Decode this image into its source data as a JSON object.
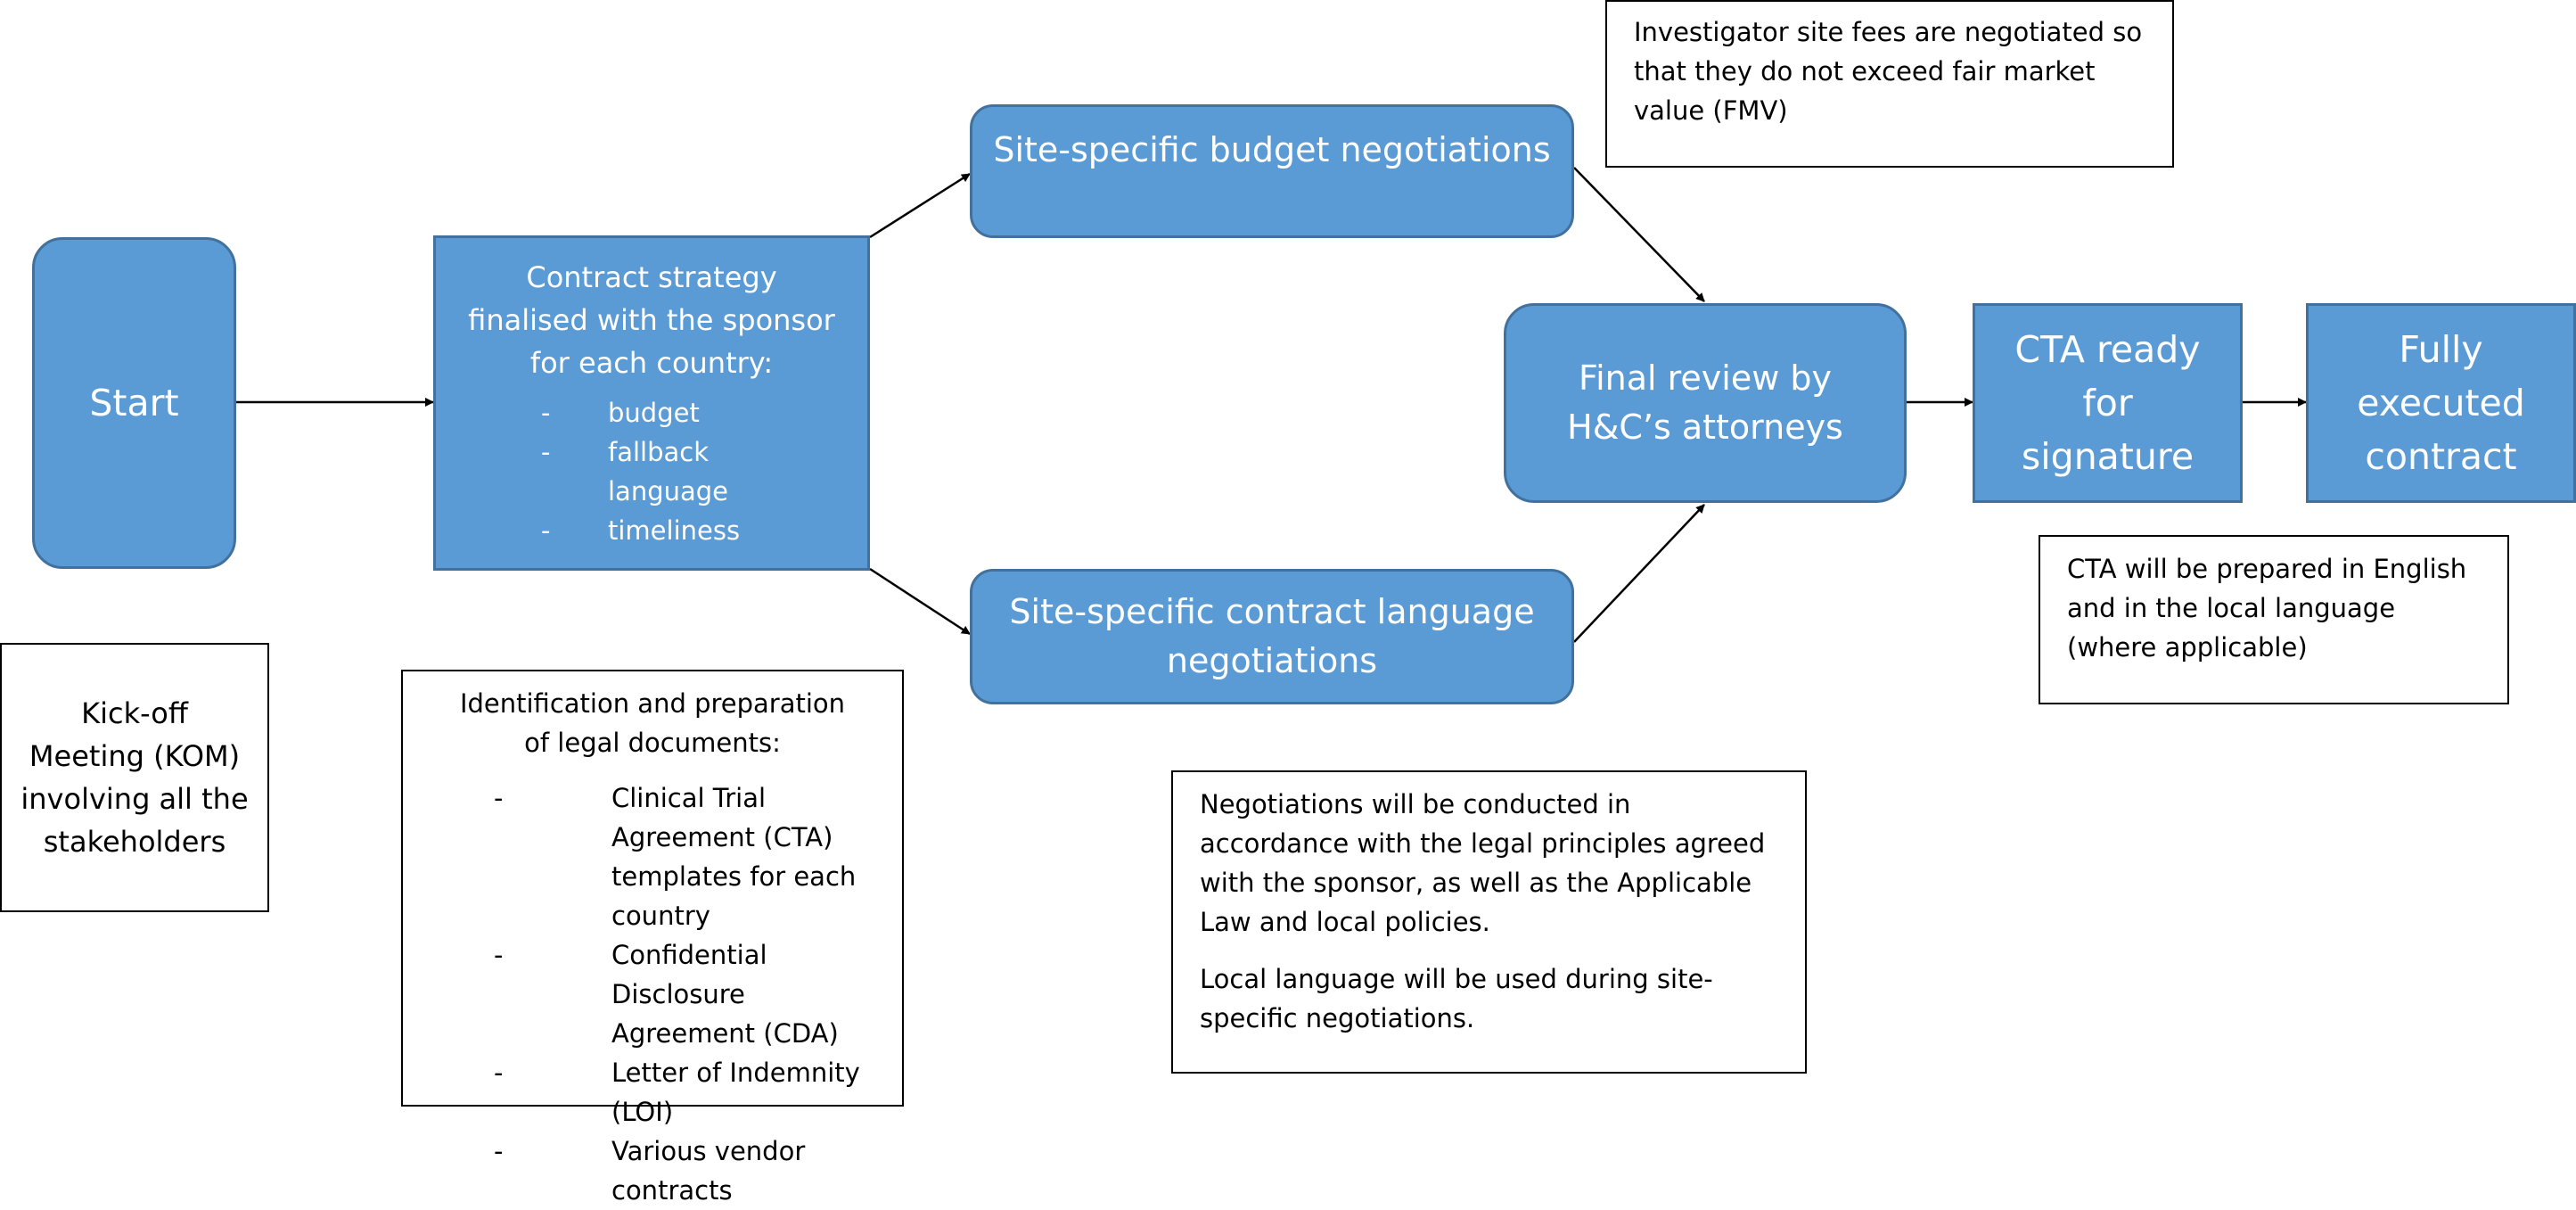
{
  "nodes": {
    "start": "Start",
    "strategy": {
      "text": "Contract strategy finalised with the sponsor for each country:",
      "items": [
        "budget",
        "fallback language",
        "timeliness"
      ]
    },
    "budget": "Site-specific budget negotiations",
    "language": "Site-specific contract language negotiations",
    "review": "Final review by H&C’s attorneys",
    "cta_ready": "CTA ready for signature",
    "executed": "Fully executed contract"
  },
  "notes": {
    "kom": "Kick-off Meeting (KOM) involving all the stakeholders",
    "legal_docs": {
      "heading": "Identification and preparation of legal documents:",
      "items": [
        "Clinical Trial Agreement (CTA) templates for each country",
        "Confidential Disclosure Agreement (CDA)",
        "Letter of Indemnity (LOI)",
        "Various vendor contracts"
      ]
    },
    "fmv": "Investigator site fees are negotiated so that they do not exceed fair market value (FMV)",
    "negotiations": {
      "p1": "Negotiations will be conducted in accordance with the legal principles agreed with the sponsor, as well as the Applicable Law and local policies.",
      "p2": "Local language will be used during site-specific negotiations."
    },
    "cta_lang": "CTA will be prepared in English and in the local language (where applicable)"
  },
  "bullet_marker": "-",
  "colors": {
    "node_fill": "#5b9bd5",
    "node_border": "#41719c",
    "node_text": "#ffffff",
    "arrow": "#000000"
  }
}
